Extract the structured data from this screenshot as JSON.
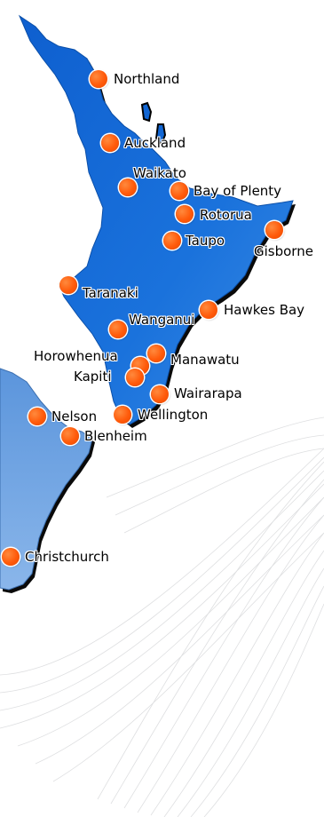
{
  "regions": [
    {
      "id": "northland",
      "label": "Northland"
    },
    {
      "id": "auckland",
      "label": "Auckland"
    },
    {
      "id": "waikato",
      "label": "Waikato"
    },
    {
      "id": "bay-of-plenty",
      "label": "Bay of Plenty"
    },
    {
      "id": "rotorua",
      "label": "Rotorua"
    },
    {
      "id": "taupo",
      "label": "Taupo"
    },
    {
      "id": "gisborne",
      "label": "Gisborne"
    },
    {
      "id": "taranaki",
      "label": "Taranaki"
    },
    {
      "id": "hawkes-bay",
      "label": "Hawkes Bay"
    },
    {
      "id": "wanganui",
      "label": "Wanganui"
    },
    {
      "id": "horowhenua",
      "label": "Horowhenua"
    },
    {
      "id": "manawatu",
      "label": "Manawatu"
    },
    {
      "id": "kapiti",
      "label": "Kapiti"
    },
    {
      "id": "wairarapa",
      "label": "Wairarapa"
    },
    {
      "id": "nelson",
      "label": "Nelson"
    },
    {
      "id": "wellington",
      "label": "Wellington"
    },
    {
      "id": "blenheim",
      "label": "Blenheim"
    },
    {
      "id": "christchurch",
      "label": "Christchurch"
    }
  ],
  "colors": {
    "north_island": "#1166d4",
    "south_island": "#6fa2de",
    "marker": "#ff5a0a"
  }
}
